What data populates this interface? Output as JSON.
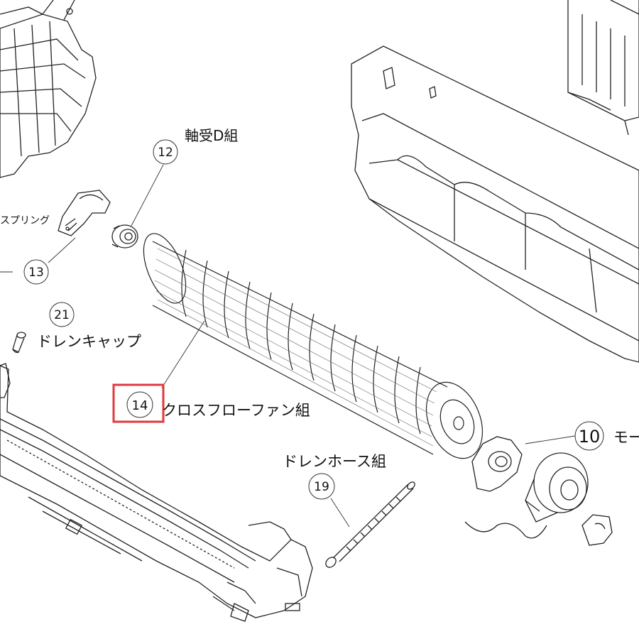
{
  "diagram": {
    "highlight_color": "#e0393e",
    "highlighted_part": "14",
    "labels": {
      "bearing": "軸受D組",
      "spring_partial": "スプリング",
      "drain_cap": "ドレンキャップ",
      "cross_flow_fan": "クロスフローファン組",
      "drain_hose": "ドレンホース組",
      "motor_partial": "モー"
    },
    "callouts": {
      "c12": "12",
      "c13": "13",
      "c21": "21",
      "c14": "14",
      "c10": "10",
      "c19": "19"
    }
  }
}
